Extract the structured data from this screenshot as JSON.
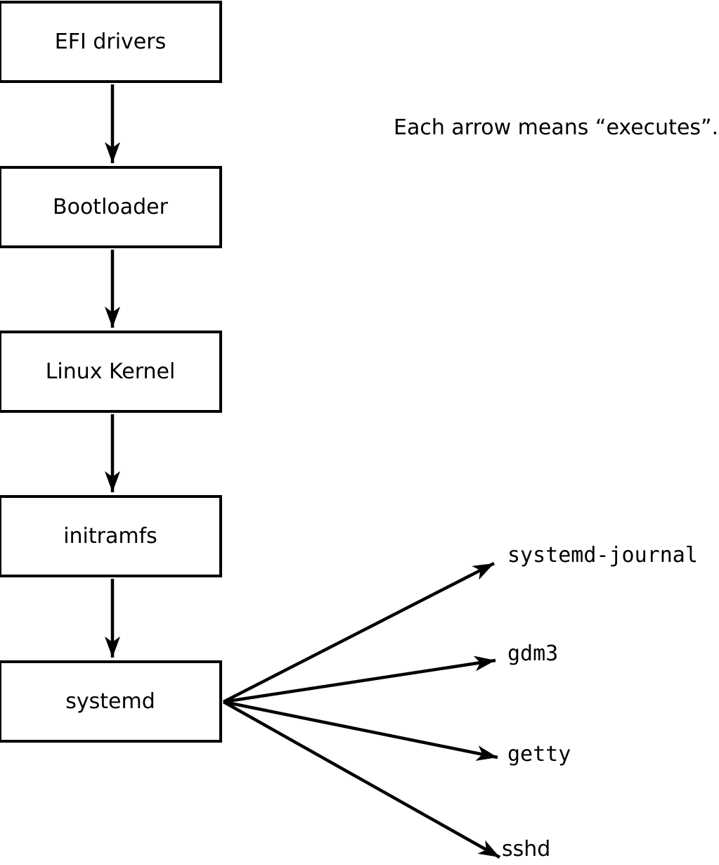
{
  "diagram": {
    "note": "Each arrow means “executes”.",
    "arrow_meaning": "executes",
    "chain": [
      {
        "label": "EFI drivers"
      },
      {
        "label": "Bootloader"
      },
      {
        "label": "Linux Kernel"
      },
      {
        "label": "initramfs"
      },
      {
        "label": "systemd"
      }
    ],
    "targets": [
      {
        "label": "systemd-journal"
      },
      {
        "label": "gdm3"
      },
      {
        "label": "getty"
      },
      {
        "label": "sshd"
      }
    ],
    "colors": {
      "background": "#ffffff",
      "stroke": "#000000",
      "text": "#000000"
    }
  }
}
